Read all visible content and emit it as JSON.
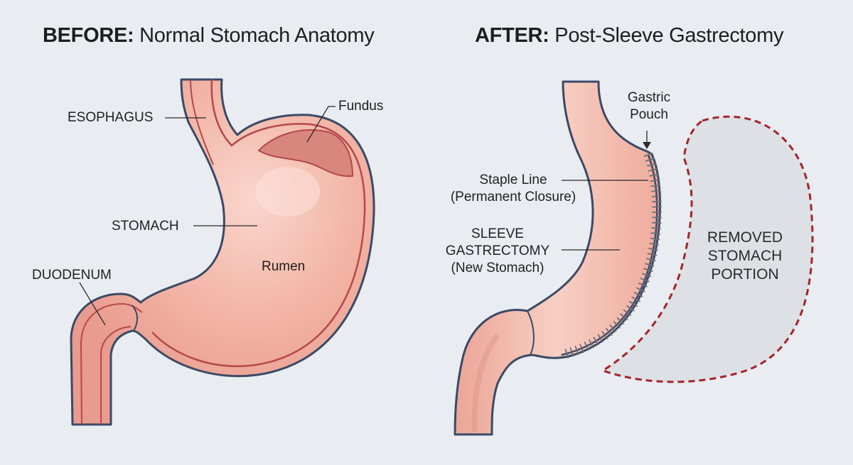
{
  "titles": {
    "before_prefix": "BEFORE:",
    "before_rest": " Normal Stomach Anatomy",
    "after_prefix": "AFTER:",
    "after_rest": " Post-Sleeve Gastrectomy"
  },
  "before_labels": {
    "esophagus": "ESOPHAGUS",
    "fundus": "Fundus",
    "stomach": "STOMACH",
    "rumen": "Rumen",
    "duodenum": "DUODENUM"
  },
  "after_labels": {
    "gastric_pouch_line1": "Gastric",
    "gastric_pouch_line2": "Pouch",
    "staple_line_line1": "Staple Line",
    "staple_line_line2": "(Permanent Closure)",
    "sleeve_line1": "SLEEVE",
    "sleeve_line2": "GASTRECTOMY",
    "sleeve_line3": "(New Stomach)",
    "removed_line1": "REMOVED",
    "removed_line2": "STOMACH",
    "removed_line3": "PORTION"
  },
  "colors": {
    "background": "#e9edf1",
    "tissue_fill": "#f2b3a5",
    "tissue_highlight": "#f9d2c7",
    "outline": "#3a4a66",
    "inner_lining": "#b5484a",
    "fundus_fill": "#d9877e",
    "removed_fill": "#dde0e4",
    "removed_border": "#a3242a",
    "staple": "#6a6f78"
  }
}
